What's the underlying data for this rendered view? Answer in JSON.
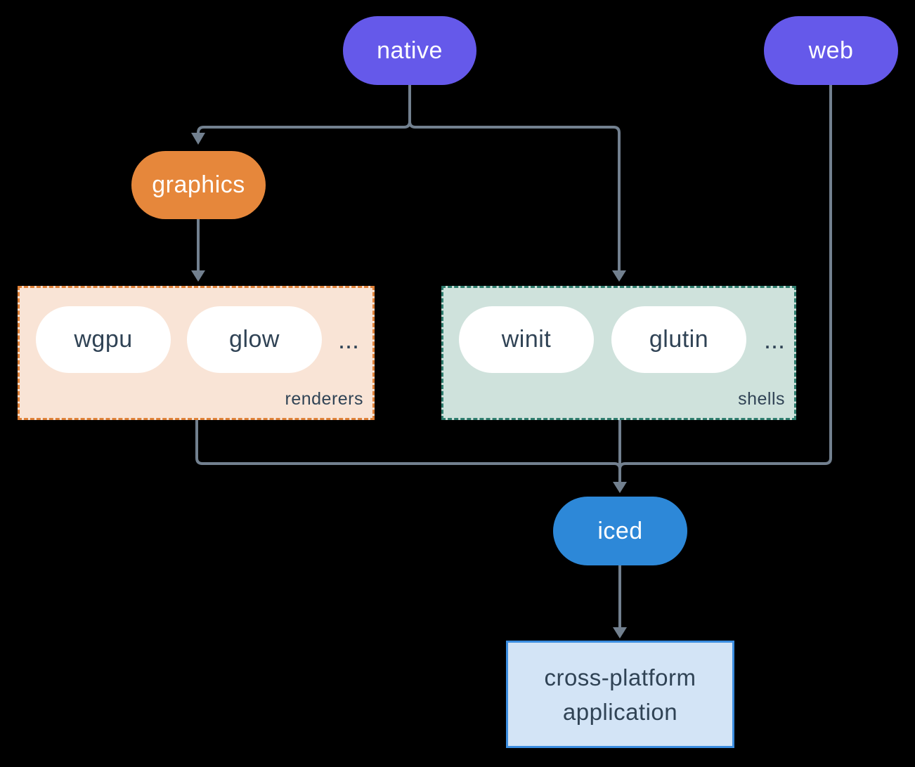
{
  "colors": {
    "background": "#000000",
    "platform_pill": "#6559EA",
    "graphics_pill": "#E6873B",
    "iced_pill": "#2D88D8",
    "pill_text_light": "#FFFFFF",
    "node_text_dark": "#304355",
    "renderers_fill": "#F9E4D6",
    "renderers_border": "#DF8138",
    "shells_fill": "#CFE2DC",
    "shells_border": "#2F7D6E",
    "app_fill": "#D3E4F6",
    "app_border": "#3B8DE0",
    "edge": "#72808F"
  },
  "nodes": {
    "native": "native",
    "web": "web",
    "graphics": "graphics",
    "iced": "iced",
    "app_lines": [
      "cross-platform",
      "application"
    ]
  },
  "groups": {
    "renderers": {
      "label": "renderers",
      "items": [
        "wgpu",
        "glow"
      ],
      "more": "..."
    },
    "shells": {
      "label": "shells",
      "items": [
        "winit",
        "glutin"
      ],
      "more": "..."
    }
  }
}
